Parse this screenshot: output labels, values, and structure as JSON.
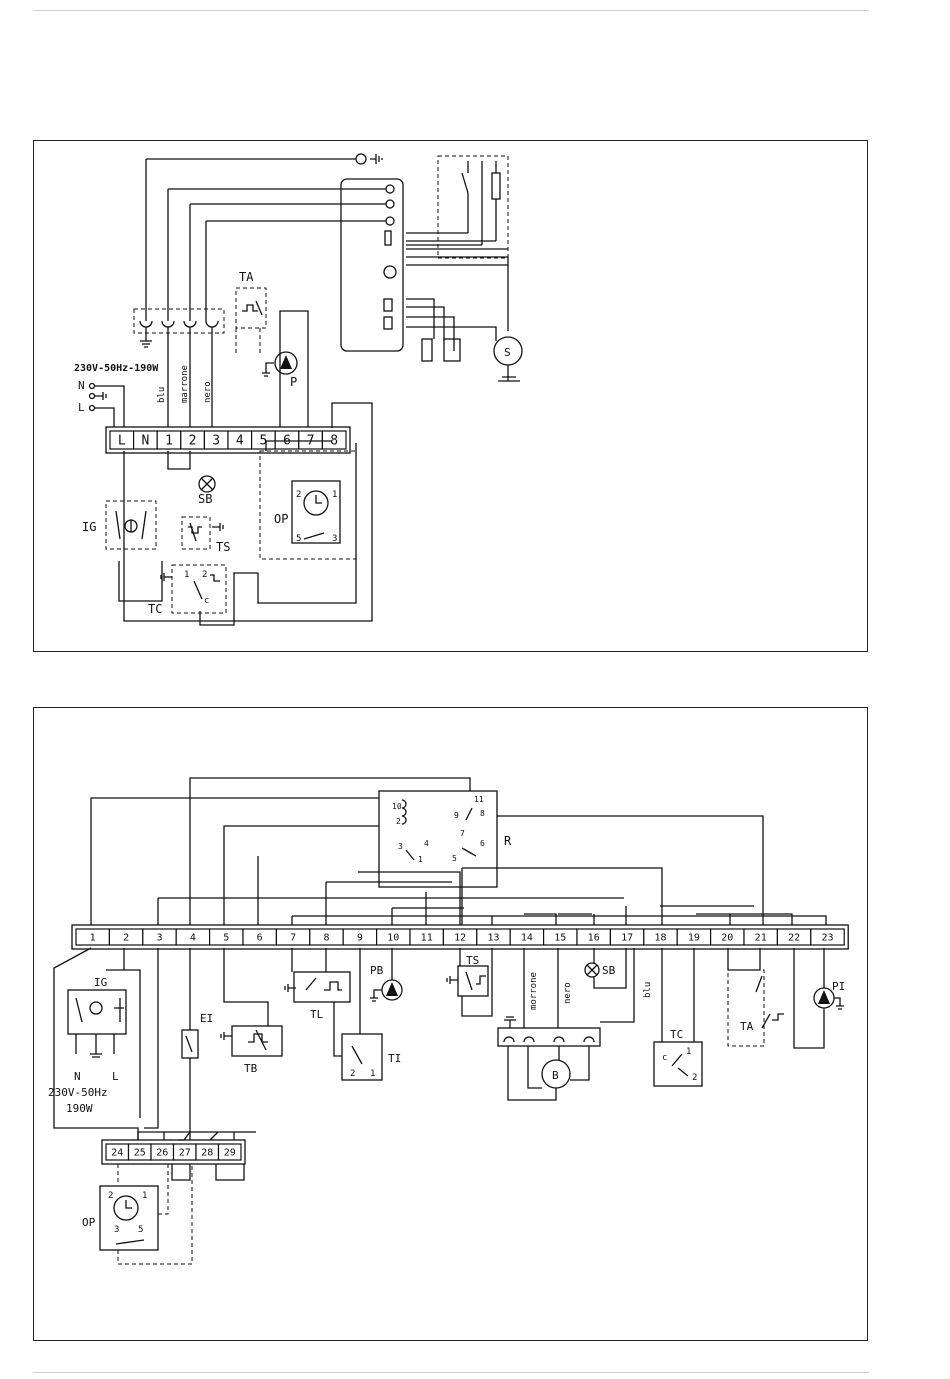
{
  "diagram1": {
    "supply": "230V-50Hz-190W",
    "line_labels": [
      "N",
      "L"
    ],
    "terminals": [
      "L",
      "N",
      "1",
      "2",
      "3",
      "4",
      "5",
      "6",
      "7",
      "8"
    ],
    "wire_labels": [
      "blu",
      "marrone",
      "nero"
    ],
    "components": {
      "ta": "TA",
      "p": "P",
      "sb": "SB",
      "ig": "IG",
      "ts": "TS",
      "op": "OP",
      "tc": "TC"
    },
    "op_pins": [
      "2",
      "1",
      "5",
      "3"
    ],
    "tc_pins": [
      "1",
      "2",
      "c"
    ],
    "motor": "S"
  },
  "diagram2": {
    "terminals": [
      "1",
      "2",
      "3",
      "4",
      "5",
      "6",
      "7",
      "8",
      "9",
      "10",
      "11",
      "12",
      "13",
      "14",
      "15",
      "16",
      "17",
      "18",
      "19",
      "20",
      "21",
      "22",
      "23"
    ],
    "lower_terminals": [
      "24",
      "25",
      "26",
      "27",
      "28",
      "29"
    ],
    "relay": {
      "label": "R",
      "pins": [
        "10",
        "2",
        "3",
        "4",
        "1",
        "9",
        "11",
        "8",
        "7",
        "6",
        "5"
      ]
    },
    "components": {
      "ig": "IG",
      "ei": "EI",
      "tb": "TB",
      "tl": "TL",
      "ti": "TI",
      "pb": "PB",
      "ts": "TS",
      "sb": "SB",
      "b": "B",
      "tc": "TC",
      "ta": "TA",
      "pi": "PI",
      "op": "OP"
    },
    "supply_lines": [
      "230V-50Hz",
      "190W"
    ],
    "nl_labels": [
      "N",
      "L"
    ],
    "wire_labels": [
      "morrone",
      "nero",
      "blu"
    ],
    "ti_pins": [
      "2",
      "1"
    ],
    "tc_pins": [
      "c",
      "1",
      "2"
    ],
    "op_pins": [
      "2",
      "1",
      "3",
      "5"
    ]
  }
}
